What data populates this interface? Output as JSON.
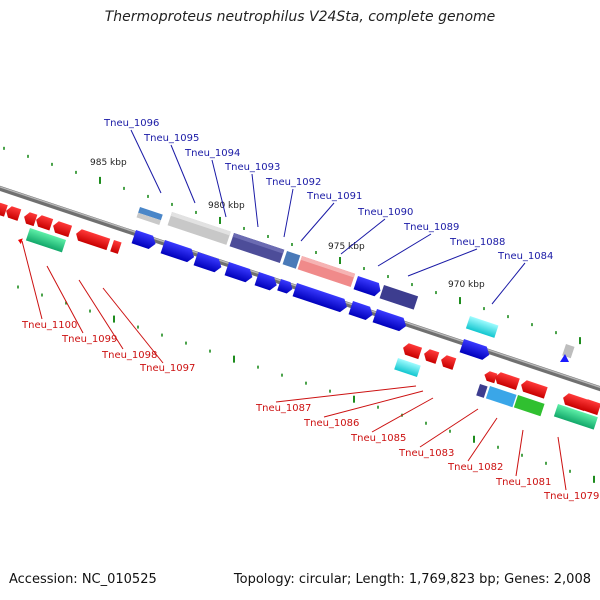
{
  "title": "Thermoproteus neutrophilus V24Sta, complete genome",
  "footer": {
    "accession": "Accession: NC_010525",
    "summary": "Topology: circular; Length: 1,769,823 bp; Genes: 2,008"
  },
  "colors": {
    "forward_label": "#1a1aa6",
    "reverse_label": "#cc1111",
    "backbone": "#808080",
    "tick": "#1e8c1e"
  },
  "kbp_marks": [
    "985 kbp",
    "980 kbp",
    "975 kbp",
    "970 kbp"
  ],
  "forward_labels": [
    "Tneu_1096",
    "Tneu_1095",
    "Tneu_1094",
    "Tneu_1093",
    "Tneu_1092",
    "Tneu_1091",
    "Tneu_1090",
    "Tneu_1089",
    "Tneu_1088",
    "Tneu_1084"
  ],
  "reverse_labels": [
    "Tneu_1100",
    "Tneu_1099",
    "Tneu_1098",
    "Tneu_1097",
    "Tneu_1087",
    "Tneu_1086",
    "Tneu_1085",
    "Tneu_1083",
    "Tneu_1082",
    "Tneu_1081",
    "Tneu_1079"
  ]
}
